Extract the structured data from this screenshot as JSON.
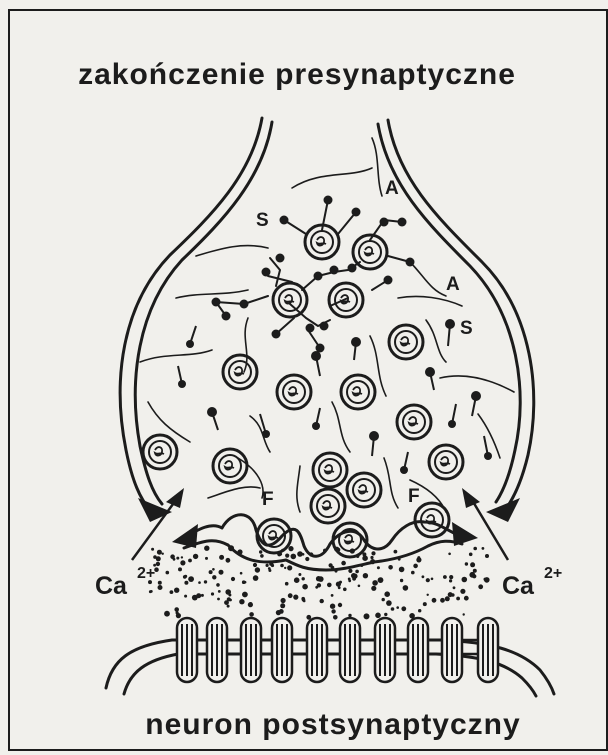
{
  "title_top": "zakończenie presynaptyczne",
  "title_bottom": "neuron postsynaptyczny",
  "region_labels": {
    "s_left": "S",
    "a_upper": "A",
    "a_right": "A",
    "s_right": "S",
    "f_left": "F",
    "f_right": "F"
  },
  "ion_left": {
    "base": "Ca",
    "charge": "2+"
  },
  "ion_right": {
    "base": "Ca",
    "charge": "2+"
  },
  "colors": {
    "ink": "#1c1c1c",
    "paper": "#f1f0ec"
  }
}
